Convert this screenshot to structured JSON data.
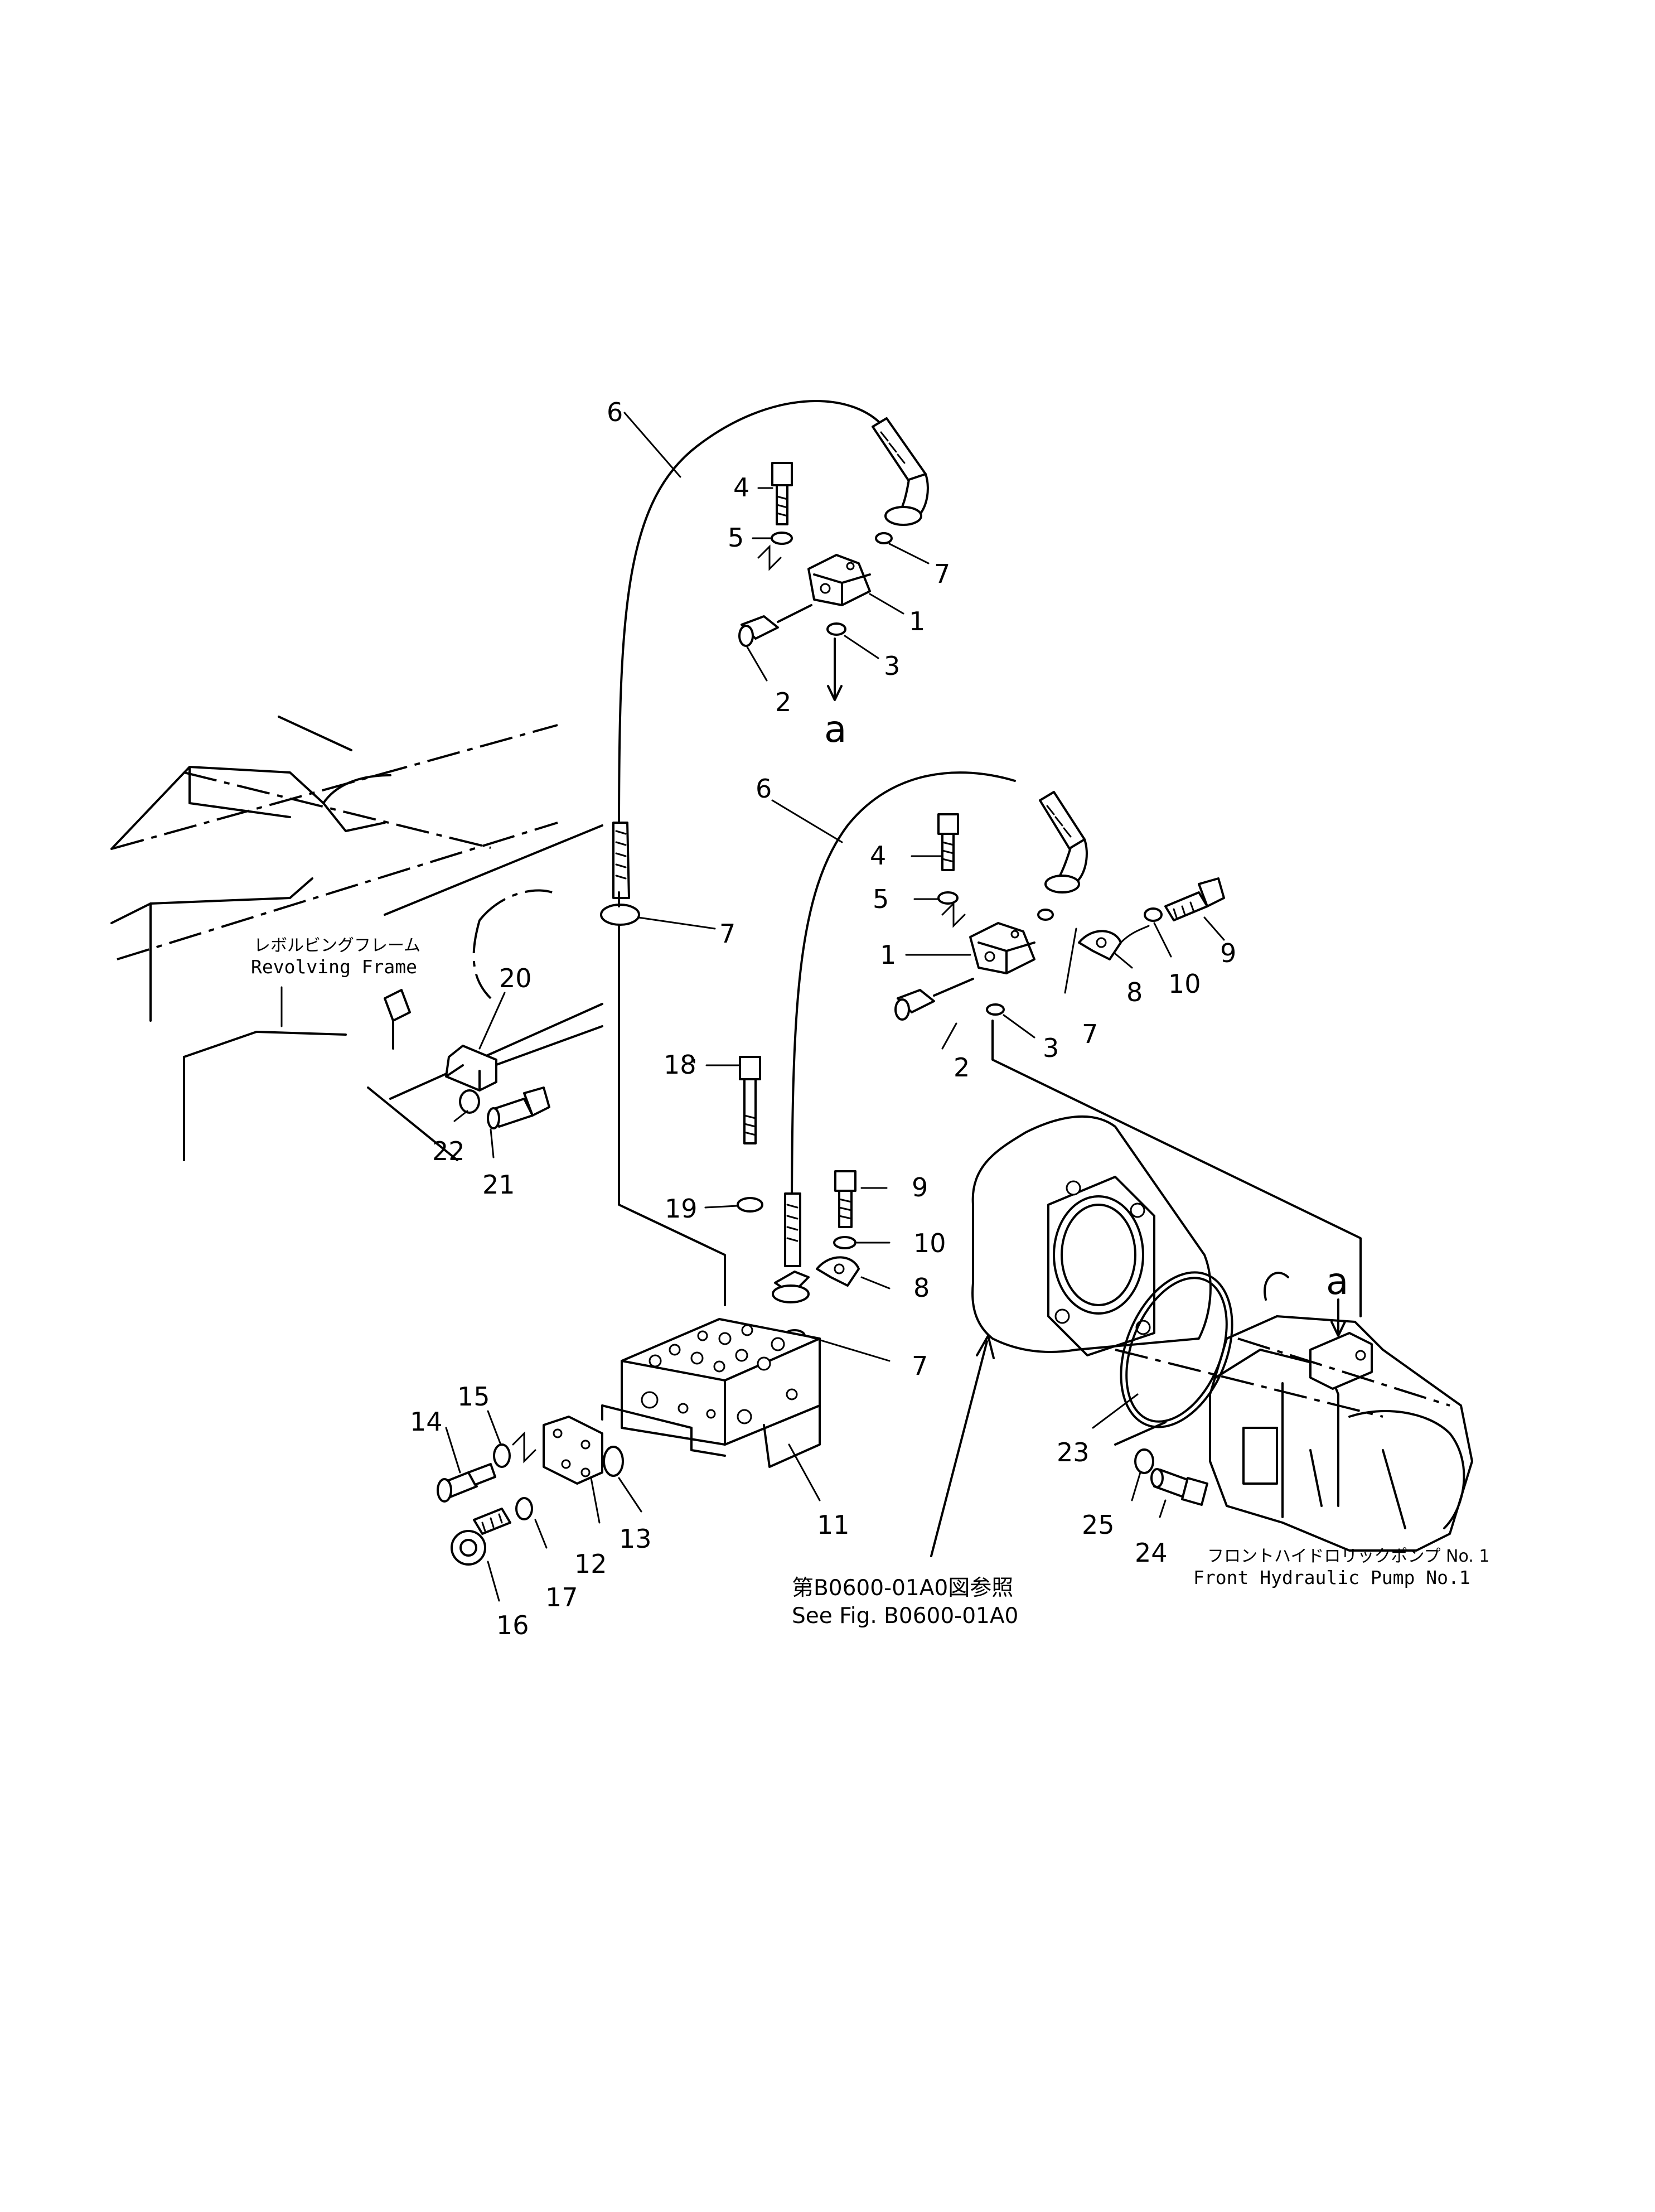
{
  "callouts": {
    "n1_top": "1",
    "n2_top": "2",
    "n3_top": "3",
    "n4_top": "4",
    "n5_top": "5",
    "n6_top": "6",
    "n7_top": "7",
    "a_top": "a",
    "n6_mid": "6",
    "n4_mid": "4",
    "n5_mid": "5",
    "n1_mid": "1",
    "n7_mid": "7",
    "n8_mid": "8",
    "n9_mid": "9",
    "n10_mid": "10",
    "n2_mid": "2",
    "n3_mid": "3",
    "n7_left": "7",
    "n20": "20",
    "n22": "22",
    "n21": "21",
    "n18": "18",
    "n19": "19",
    "n9_low": "9",
    "n10_low": "10",
    "n8_low": "8",
    "n7_low": "7",
    "n14": "14",
    "n15": "15",
    "n16": "16",
    "n17": "17",
    "n12": "12",
    "n13": "13",
    "n11": "11",
    "a_pump": "a",
    "n23": "23",
    "n25": "25",
    "n24": "24"
  },
  "captions": {
    "revolving_frame_jp": "レボルビングフレーム",
    "revolving_frame_en": "Revolving  Frame",
    "see_fig_jp": "第B0600-01A0図参照",
    "see_fig_en": "See  Fig.  B0600-01A0",
    "pump_jp": "フロントハイドロリックポンプ  No. 1",
    "pump_en": "Front  Hydraulic  Pump  No.1"
  }
}
